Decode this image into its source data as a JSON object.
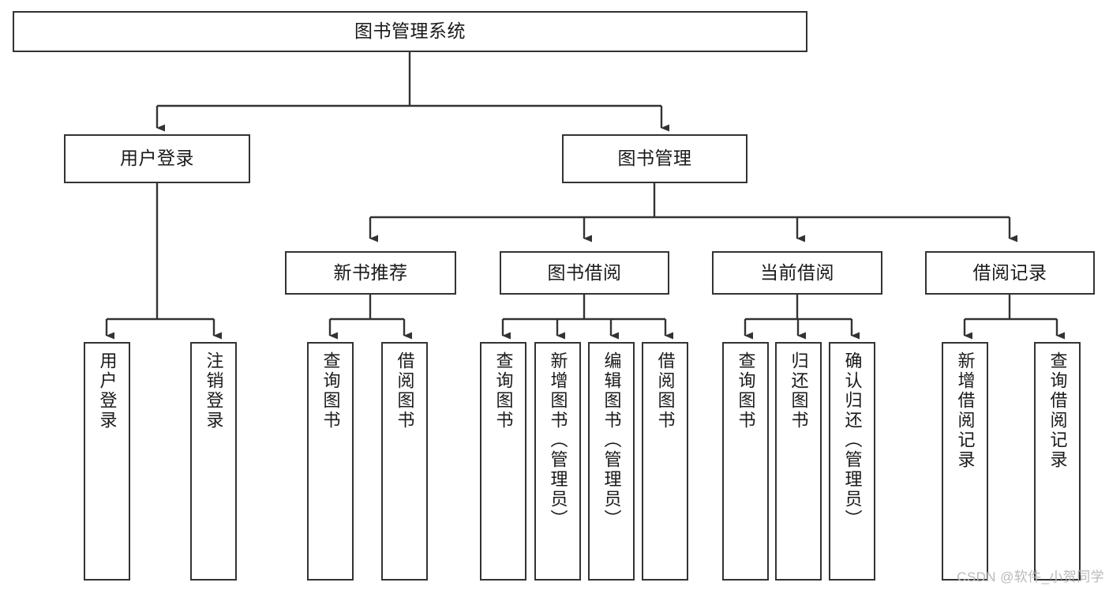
{
  "diagram": {
    "title": "图书管理系统",
    "type": "tree-structure-chart",
    "root": {
      "label": "图书管理系统"
    },
    "level2": [
      {
        "label": "用户登录"
      },
      {
        "label": "图书管理"
      }
    ],
    "level3": [
      {
        "label": "新书推荐"
      },
      {
        "label": "图书借阅"
      },
      {
        "label": "当前借阅"
      },
      {
        "label": "借阅记录"
      }
    ],
    "leaves": {
      "user_login": [
        {
          "label": "用户登录"
        },
        {
          "label": "注销登录"
        }
      ],
      "new_book_recommend": [
        {
          "label": "查询图书"
        },
        {
          "label": "借阅图书"
        }
      ],
      "book_borrow": [
        {
          "label": "查询图书"
        },
        {
          "label": "新增图书（管理员）"
        },
        {
          "label": "编辑图书（管理员）"
        },
        {
          "label": "借阅图书"
        }
      ],
      "current_borrow": [
        {
          "label": "查询图书"
        },
        {
          "label": "归还图书"
        },
        {
          "label": "确认归还（管理员）"
        }
      ],
      "borrow_record": [
        {
          "label": "新增借阅记录"
        },
        {
          "label": "查询借阅记录"
        }
      ]
    }
  },
  "watermark": {
    "text": "CSDN @软件_小贺同学"
  },
  "colors": {
    "stroke": "#333333",
    "box_fill": "#ffffff",
    "text": "#1a1a1a",
    "watermark": "#b9b9b9"
  }
}
